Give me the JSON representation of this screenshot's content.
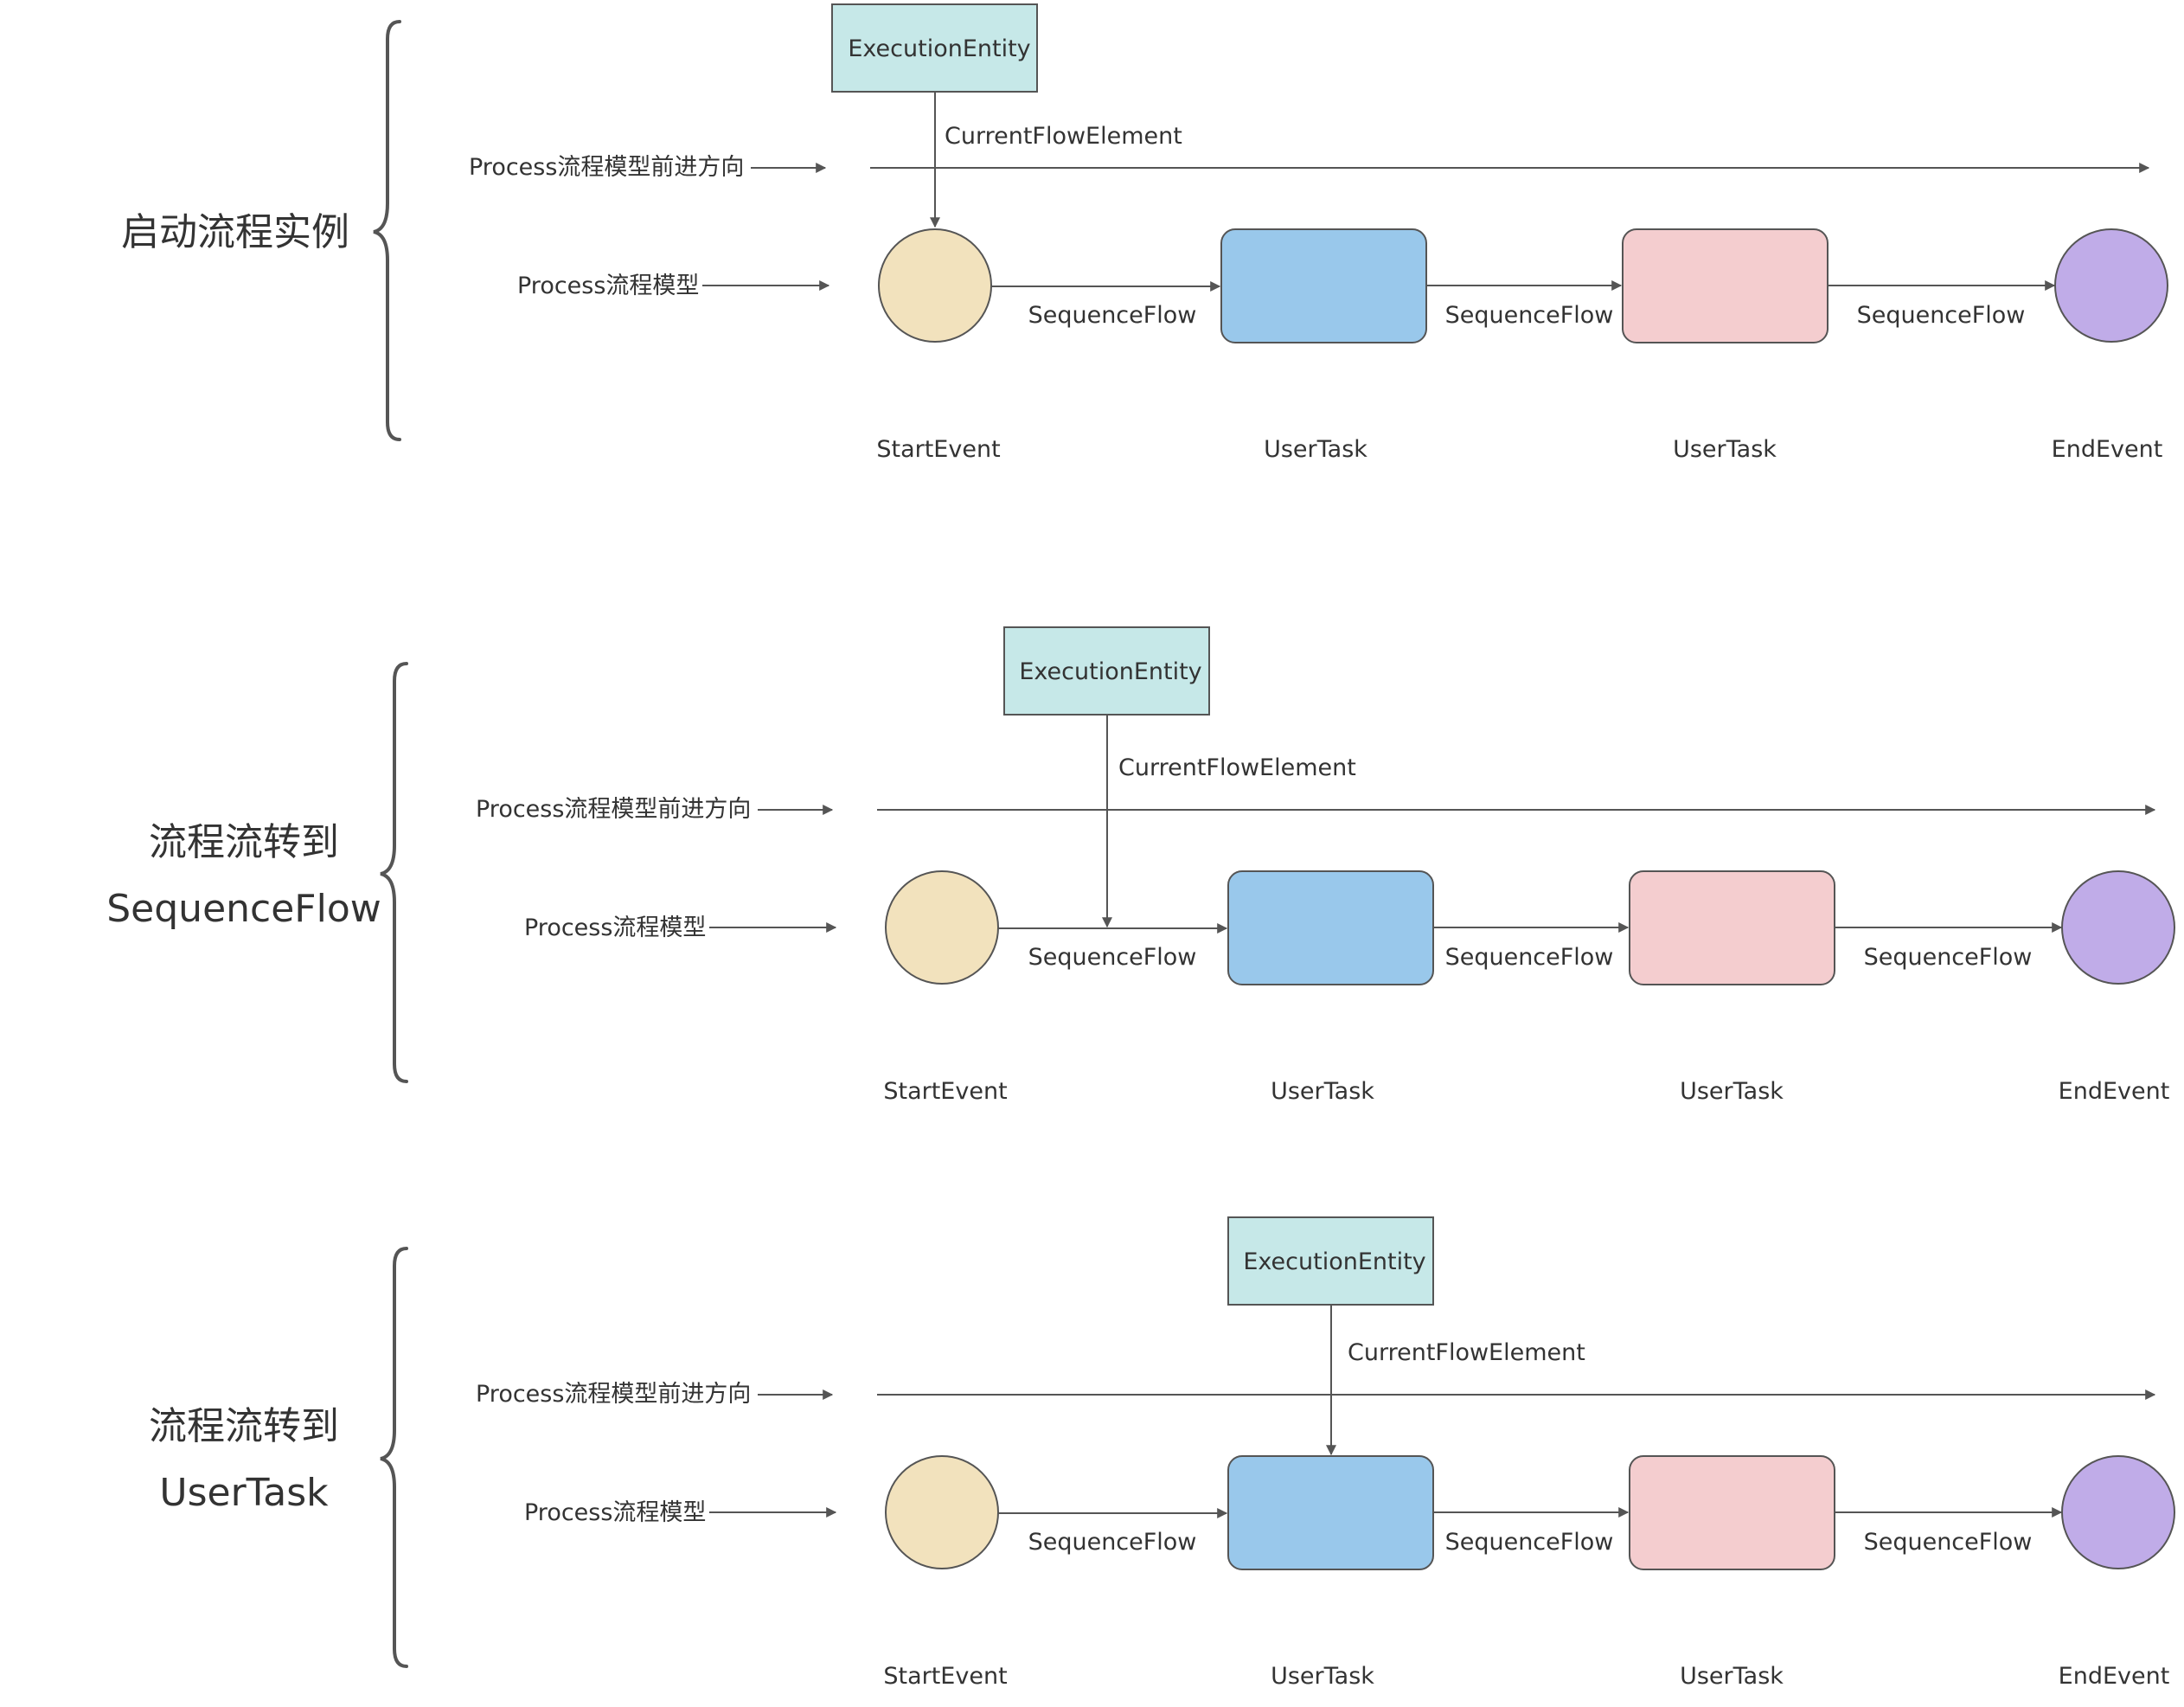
{
  "legend": {
    "direction_label": "Process流程模型前进方向",
    "model_label": "Process流程模型"
  },
  "labels": {
    "execution_entity": "ExecutionEntity",
    "current_flow_element": "CurrentFlowElement",
    "sequence_flow": "SequenceFlow"
  },
  "nodes": [
    {
      "label": "StartEvent",
      "shape": "circle",
      "color": "#f2e2bd"
    },
    {
      "label": "UserTask",
      "shape": "rect",
      "color": "#99c8eb"
    },
    {
      "label": "UserTask",
      "shape": "rect",
      "color": "#f4cdcf"
    },
    {
      "label": "EndEvent",
      "shape": "circle",
      "color": "#c0ace8"
    }
  ],
  "colors": {
    "execution_entity_fill": "#c6e8e8",
    "stroke": "#555555",
    "text": "#333333"
  },
  "sections": [
    {
      "title_lines": [
        "启动流程实例"
      ],
      "current": "start-event"
    },
    {
      "title_lines": [
        "流程流转到",
        "SequenceFlow"
      ],
      "current": "sequence-flow-1"
    },
    {
      "title_lines": [
        "流程流转到",
        "UserTask"
      ],
      "current": "user-task-1"
    }
  ]
}
